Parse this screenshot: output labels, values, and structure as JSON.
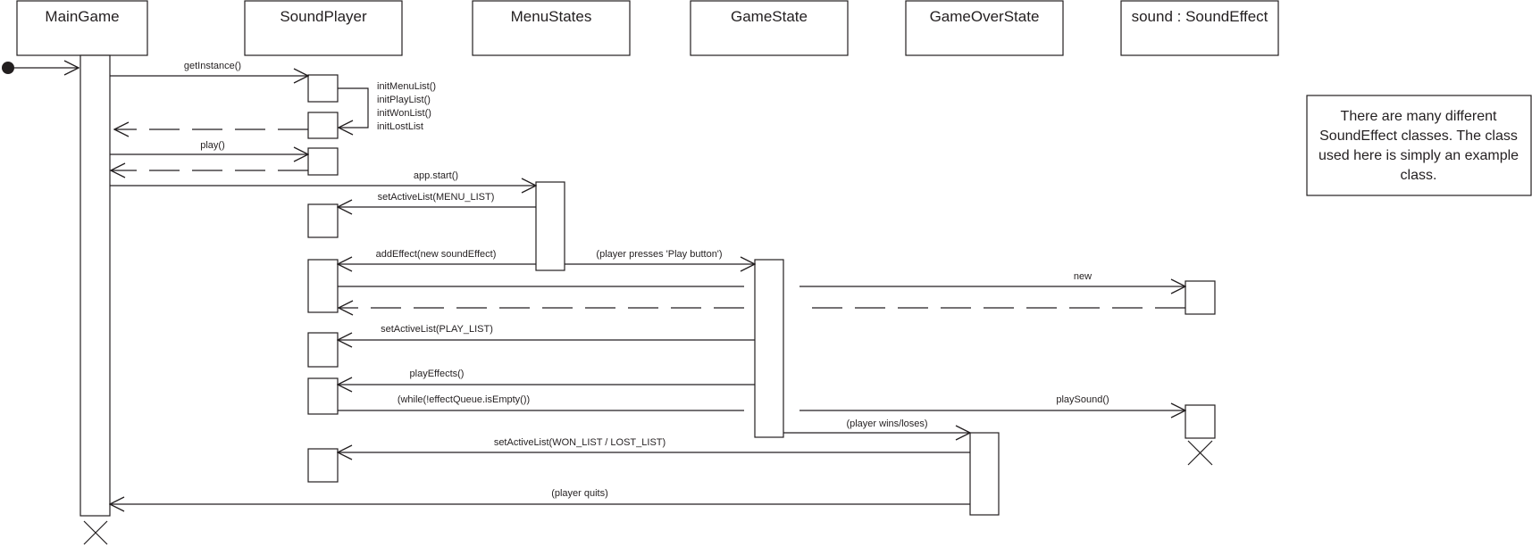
{
  "participants": {
    "main_game": "MainGame",
    "sound_player": "SoundPlayer",
    "menu_states": "MenuStates",
    "game_state": "GameState",
    "game_over_state": "GameOverState",
    "sound_effect": "sound : SoundEffect"
  },
  "messages": {
    "get_instance": "getInstance()",
    "init_menu_list": "initMenuList()",
    "init_play_list": "initPlayList()",
    "init_won_list": "initWonList()",
    "init_lost_list": "initLostList",
    "play": "play()",
    "app_start": "app.start()",
    "set_active_list_menu": "setActiveList(MENU_LIST)",
    "add_effect": "addEffect(new soundEffect)",
    "player_presses_play": "(player presses 'Play button')",
    "new": "new",
    "set_active_list_play": "setActiveList(PLAY_LIST)",
    "play_effects": "playEffects()",
    "while_queue": "(while(!effectQueue.isEmpty())",
    "play_sound": "playSound()",
    "player_wins_loses": "(player wins/loses)",
    "set_active_list_won_lost": "setActiveList(WON_LIST / LOST_LIST)",
    "player_quits": "(player quits)"
  },
  "note": {
    "line1": "There are many different",
    "line2": "SoundEffect classes. The class",
    "line3": "used here is simply an example",
    "line4": "class."
  }
}
